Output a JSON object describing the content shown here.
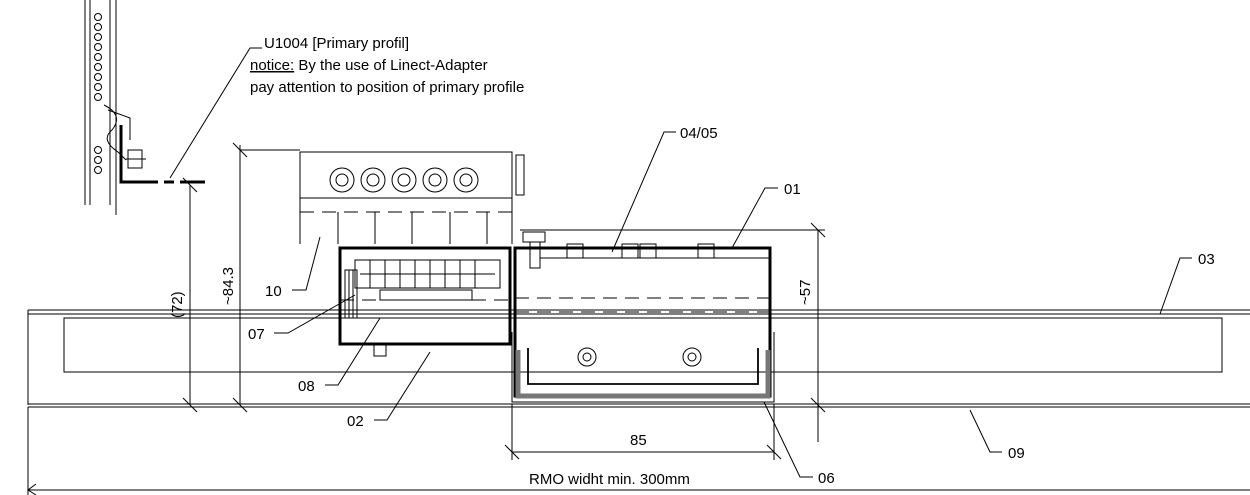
{
  "primary_label": {
    "line1": "U1004 [Primary profil]",
    "notice_word": "notice:",
    "notice_rest": " By the use of Linect-Adapter",
    "line3": "pay attention to position of primary profile"
  },
  "callouts": {
    "c0405": "04/05",
    "c01": "01",
    "c03": "03",
    "c10": "10",
    "c07": "07",
    "c08": "08",
    "c02": "02",
    "c06": "06",
    "c09": "09"
  },
  "dimensions": {
    "d72": "(72)",
    "d843": "~84.3",
    "d57": "~57",
    "d85": "85",
    "rmo": "RMO widht min. 300mm"
  }
}
